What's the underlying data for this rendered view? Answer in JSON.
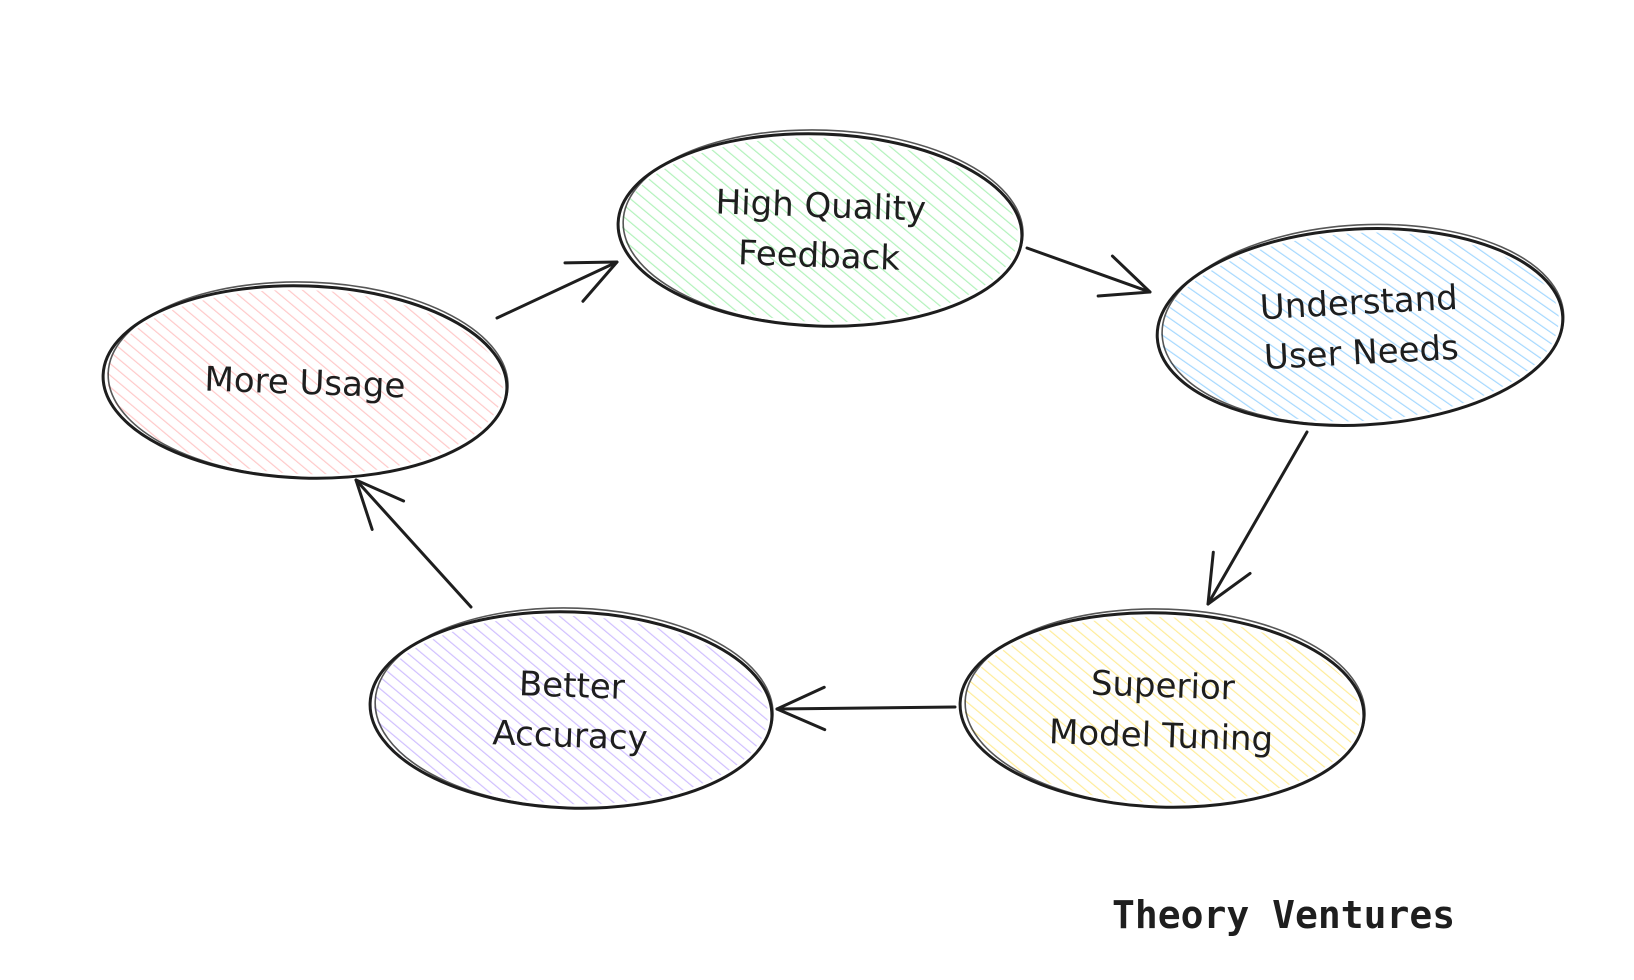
{
  "nodes": [
    {
      "id": "more-usage",
      "lines": [
        "More Usage"
      ],
      "fill": "#ffc9c9"
    },
    {
      "id": "high-quality-feedback",
      "lines": [
        "High Quality",
        "Feedback"
      ],
      "fill": "#b2f2bb"
    },
    {
      "id": "understand-user-needs",
      "lines": [
        "Understand",
        "User Needs"
      ],
      "fill": "#a5d8ff"
    },
    {
      "id": "superior-model-tuning",
      "lines": [
        "Superior",
        "Model Tuning"
      ],
      "fill": "#ffec99"
    },
    {
      "id": "better-accuracy",
      "lines": [
        "Better",
        "Accuracy"
      ],
      "fill": "#d0bfff"
    }
  ],
  "edges": [
    {
      "from": "more-usage",
      "to": "high-quality-feedback"
    },
    {
      "from": "high-quality-feedback",
      "to": "understand-user-needs"
    },
    {
      "from": "understand-user-needs",
      "to": "superior-model-tuning"
    },
    {
      "from": "superior-model-tuning",
      "to": "better-accuracy"
    },
    {
      "from": "better-accuracy",
      "to": "more-usage"
    }
  ],
  "credit": "Theory Ventures",
  "stroke_color": "#1e1e1e"
}
